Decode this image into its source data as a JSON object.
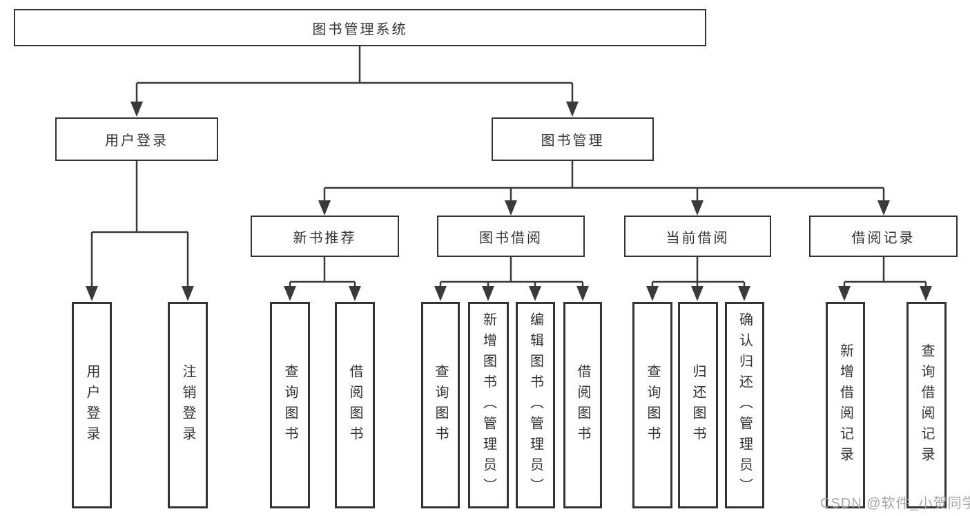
{
  "tree": {
    "root": {
      "label": "图书管理系统"
    },
    "branches": [
      {
        "label": "用户登录",
        "children": [
          {
            "label": "用户登录"
          },
          {
            "label": "注销登录"
          }
        ]
      },
      {
        "label": "图书管理",
        "children": [
          {
            "label": "新书推荐",
            "children": [
              {
                "label": "查询图书"
              },
              {
                "label": "借阅图书"
              }
            ]
          },
          {
            "label": "图书借阅",
            "children": [
              {
                "label": "查询图书"
              },
              {
                "label": "新增图书（管理员）"
              },
              {
                "label": "编辑图书（管理员）"
              },
              {
                "label": "借阅图书"
              }
            ]
          },
          {
            "label": "当前借阅",
            "children": [
              {
                "label": "查询图书"
              },
              {
                "label": "归还图书"
              },
              {
                "label": "确认归还（管理员）"
              }
            ]
          },
          {
            "label": "借阅记录",
            "children": [
              {
                "label": "新增借阅记录"
              },
              {
                "label": "查询借阅记录"
              }
            ]
          }
        ]
      }
    ]
  },
  "watermark": {
    "text": "CSDN @软件_小贺同学"
  },
  "colors": {
    "line": "#3a3a3a",
    "box_border": "#333333",
    "text": "#333333",
    "watermark": "#a3a3a3",
    "background": "#ffffff"
  }
}
